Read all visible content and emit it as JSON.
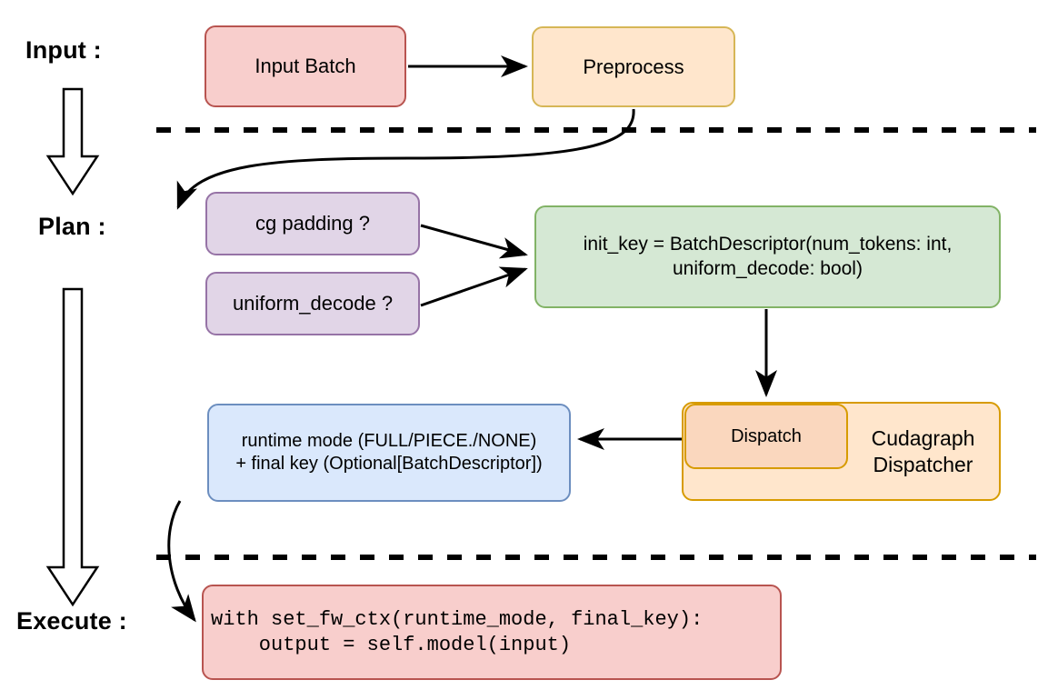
{
  "diagram": {
    "title_stages": [
      {
        "id": "input",
        "label": "Input :"
      },
      {
        "id": "plan",
        "label": "Plan :"
      },
      {
        "id": "execute",
        "label": "Execute :"
      }
    ],
    "nodes": [
      {
        "id": "input-batch",
        "label": "Input Batch",
        "fill": "#f8cecc",
        "stroke": "#b85450"
      },
      {
        "id": "preprocess",
        "label": "Preprocess",
        "fill": "#ffe6cc",
        "stroke": "#d6b656"
      },
      {
        "id": "cg-padding",
        "label": "cg padding ?",
        "fill": "#e1d5e7",
        "stroke": "#9673a6"
      },
      {
        "id": "uniform-decode",
        "label": "uniform_decode ?",
        "fill": "#e1d5e7",
        "stroke": "#9673a6"
      },
      {
        "id": "init-key",
        "label": "init_key = BatchDescriptor(num_tokens: int,\nuniform_decode: bool)",
        "fill": "#d5e8d4",
        "stroke": "#82b366"
      },
      {
        "id": "cudagraph-dispatcher",
        "label": "Cudagraph\nDispatcher",
        "fill": "#ffe6cc",
        "stroke": "#d79b00"
      },
      {
        "id": "dispatch",
        "label": "Dispatch",
        "fill": "#fad7be",
        "stroke": "#d79b00"
      },
      {
        "id": "runtime-mode",
        "label": "runtime mode (FULL/PIECE./NONE)\n+ final key (Optional[BatchDescriptor])",
        "fill": "#dae8fc",
        "stroke": "#6c8ebf"
      },
      {
        "id": "execute-code",
        "label": "with set_fw_ctx(runtime_mode, final_key):\n    output = self.model(input)",
        "fill": "#f8cecc",
        "stroke": "#b85450"
      }
    ],
    "separators": [
      {
        "id": "separator-input-plan"
      },
      {
        "id": "separator-plan-execute"
      }
    ],
    "colors": {
      "line": "#000000",
      "background": "#ffffff"
    }
  }
}
